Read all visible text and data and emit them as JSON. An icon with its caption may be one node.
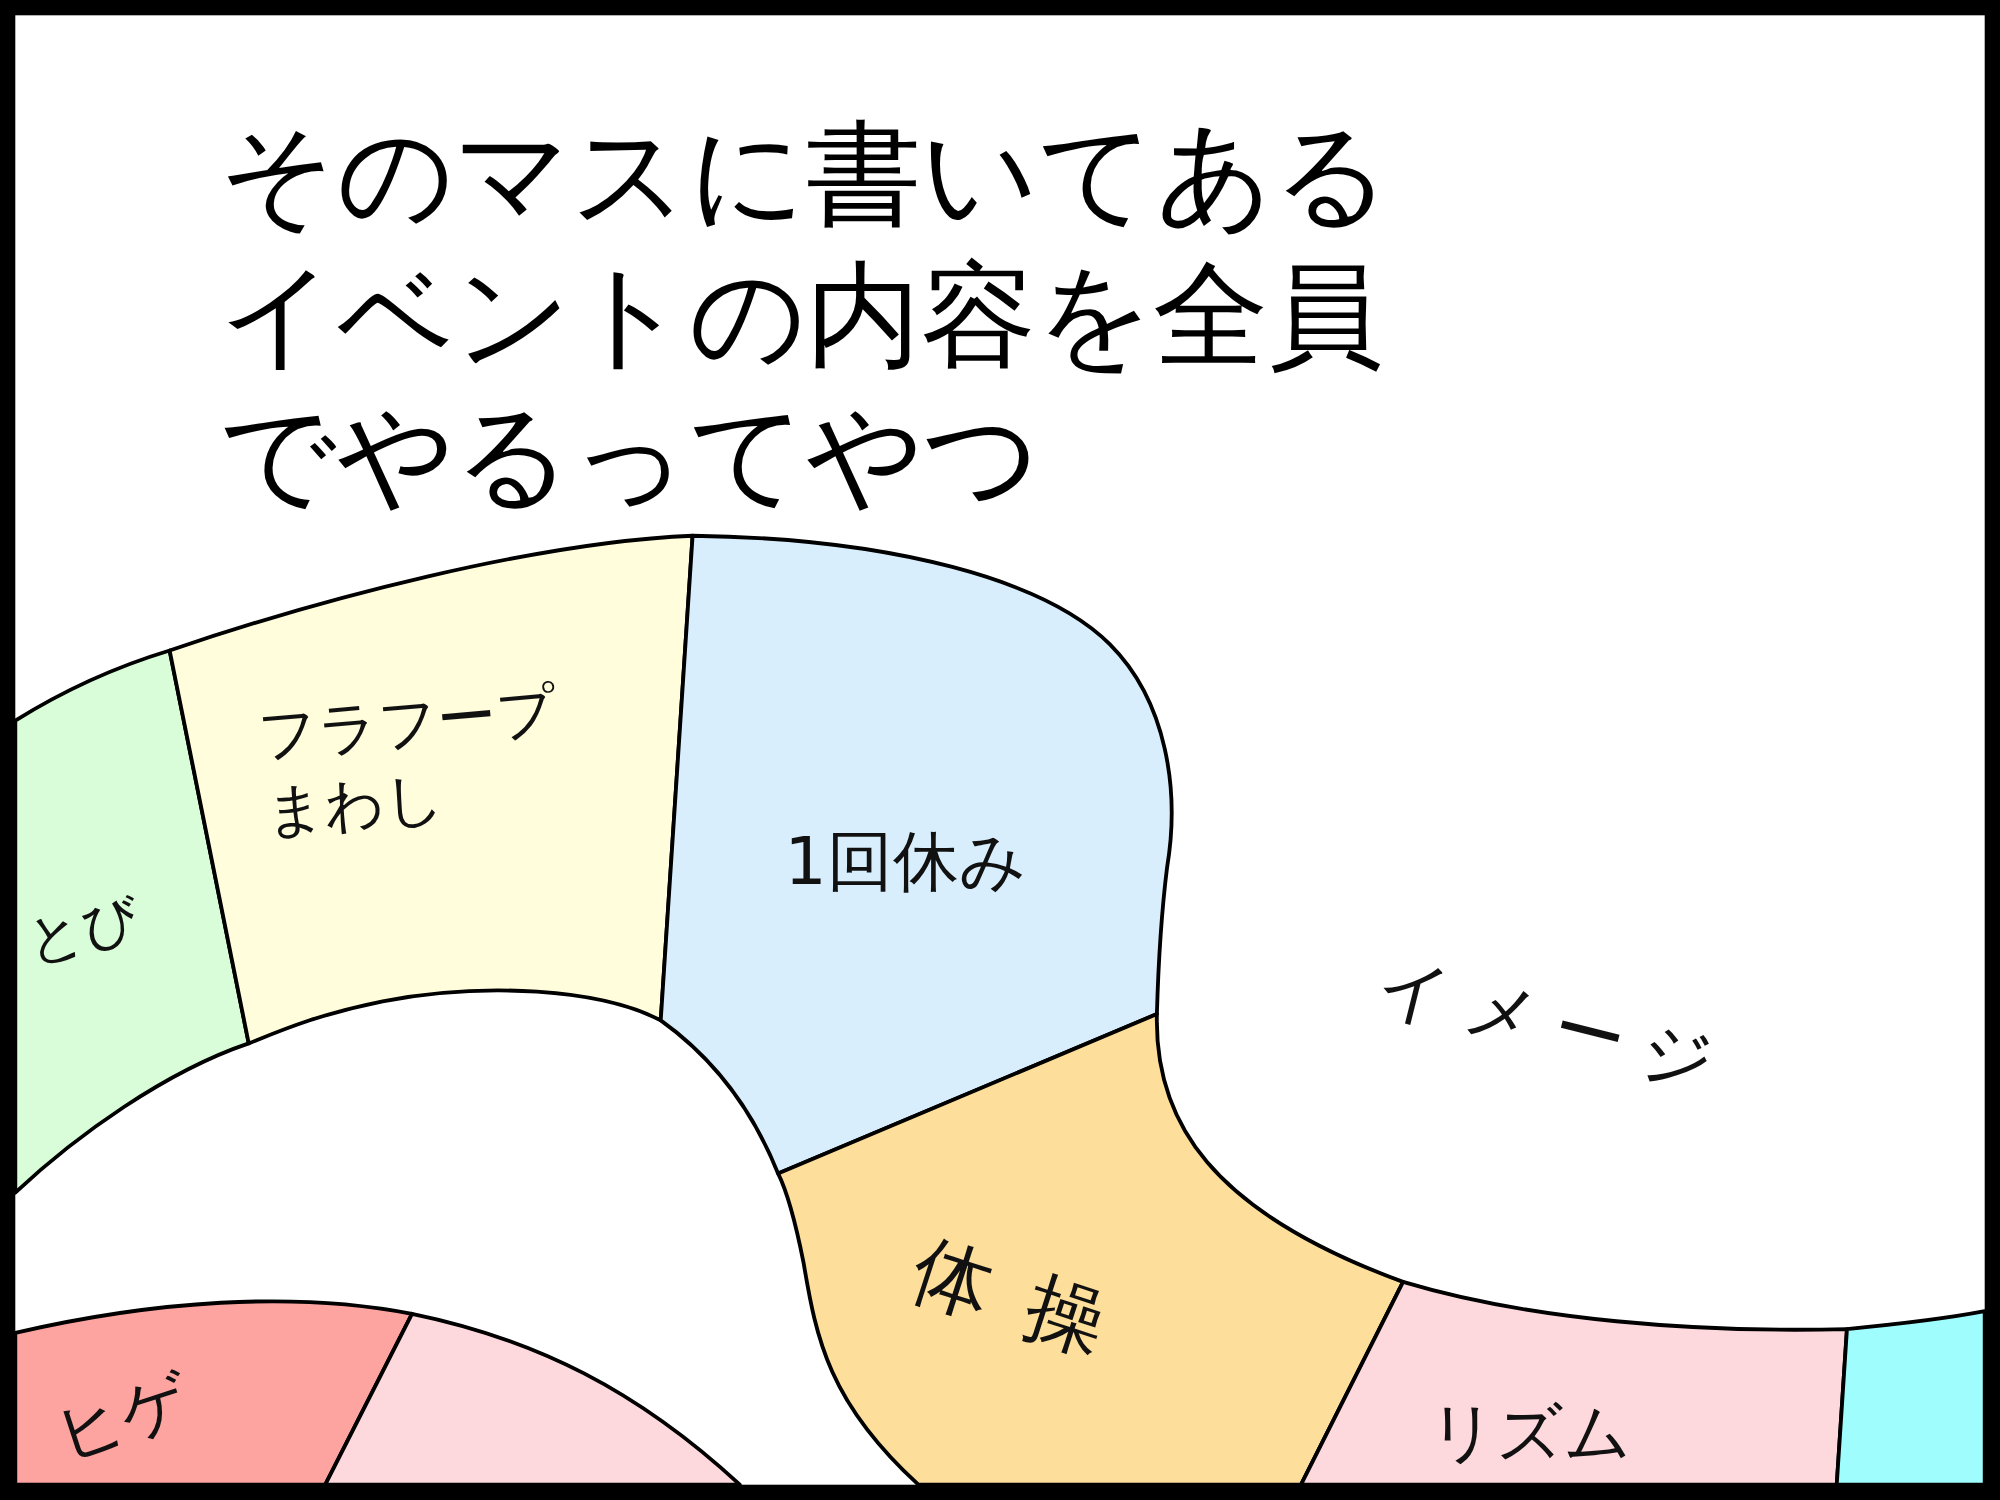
{
  "diagram": {
    "title": "そのマスに書いてあるイベントの内容を全員でやるってやつ",
    "nodes": [
      {
        "text": [
          "とび"
        ]
      },
      {
        "text": [
          "フラフープまわし"
        ]
      },
      {
        "text": [
          "1回休み"
        ]
      },
      {
        "text": [
          "体操"
        ]
      },
      {
        "text": [
          "リズム"
        ]
      },
      {
        "text": [],
        "shape": "box"
      },
      {
        "text": [
          "ヒゲ"
        ]
      },
      {
        "text": [],
        "shape": "box"
      }
    ],
    "edges": [],
    "labels": [
      "イメージ"
    ]
  }
}
